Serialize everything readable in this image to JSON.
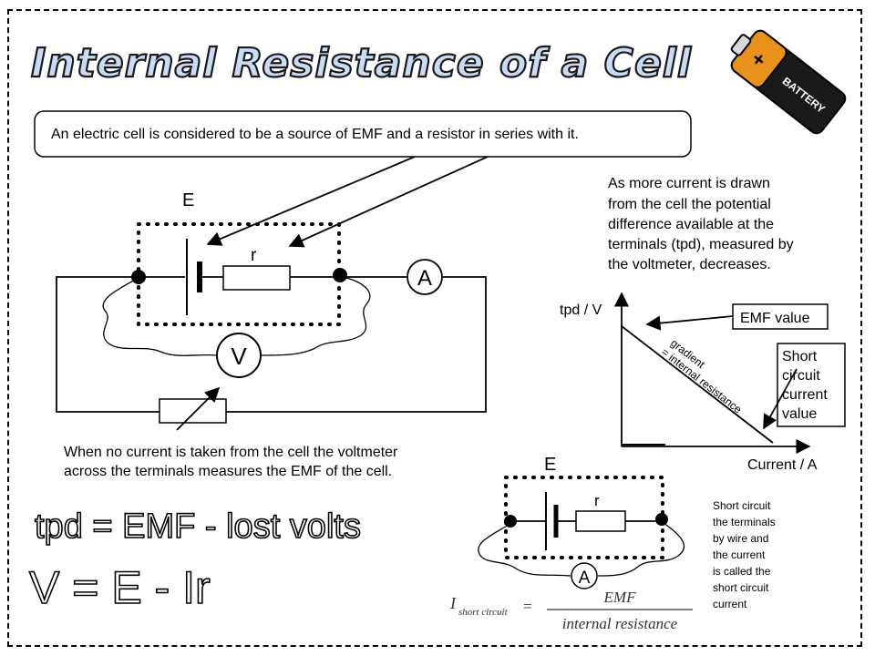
{
  "title": "Internal Resistance of a Cell",
  "battery_label": "BATTERY",
  "battery_plus": "+",
  "intro_box": "An electric cell is considered to be a source of EMF and a resistor in series with it.",
  "circuit1": {
    "emf_label": "E",
    "resistor_label": "r",
    "ammeter_label": "A",
    "voltmeter_label": "V"
  },
  "no_current_note": "When no current is taken from the cell the voltmeter across the terminals measures the EMF of the cell.",
  "current_drawn_note": [
    "As more current is drawn",
    "from the cell the potential",
    "difference available at the",
    "terminals (tpd), measured by",
    "the voltmeter, decreases."
  ],
  "graph": {
    "y_label": "tpd / V",
    "x_label": "Current / A",
    "gradient_label_1": "gradient",
    "gradient_label_2": "= internal resistance",
    "emf_box": "EMF value",
    "short_circuit_box": [
      "Short",
      "circuit",
      "current",
      "value"
    ]
  },
  "equations": {
    "word": "tpd = EMF - lost volts",
    "symbol": "V  = E - Ir"
  },
  "circuit2": {
    "emf_label": "E",
    "resistor_label": "r",
    "ammeter_label": "A"
  },
  "short_circuit_note": [
    "Short circuit",
    "the terminals",
    "by wire and",
    "the current",
    "is called the",
    "short circuit",
    "current"
  ],
  "formula": {
    "lhs_main": "I",
    "lhs_sub": "short  circuit",
    "equals": "=",
    "numerator": "EMF",
    "denominator": "internal  resistance"
  },
  "colors": {
    "title_fill": "#c9dcf5",
    "battery_orange": "#e8921c",
    "battery_black": "#1a1a1a"
  }
}
